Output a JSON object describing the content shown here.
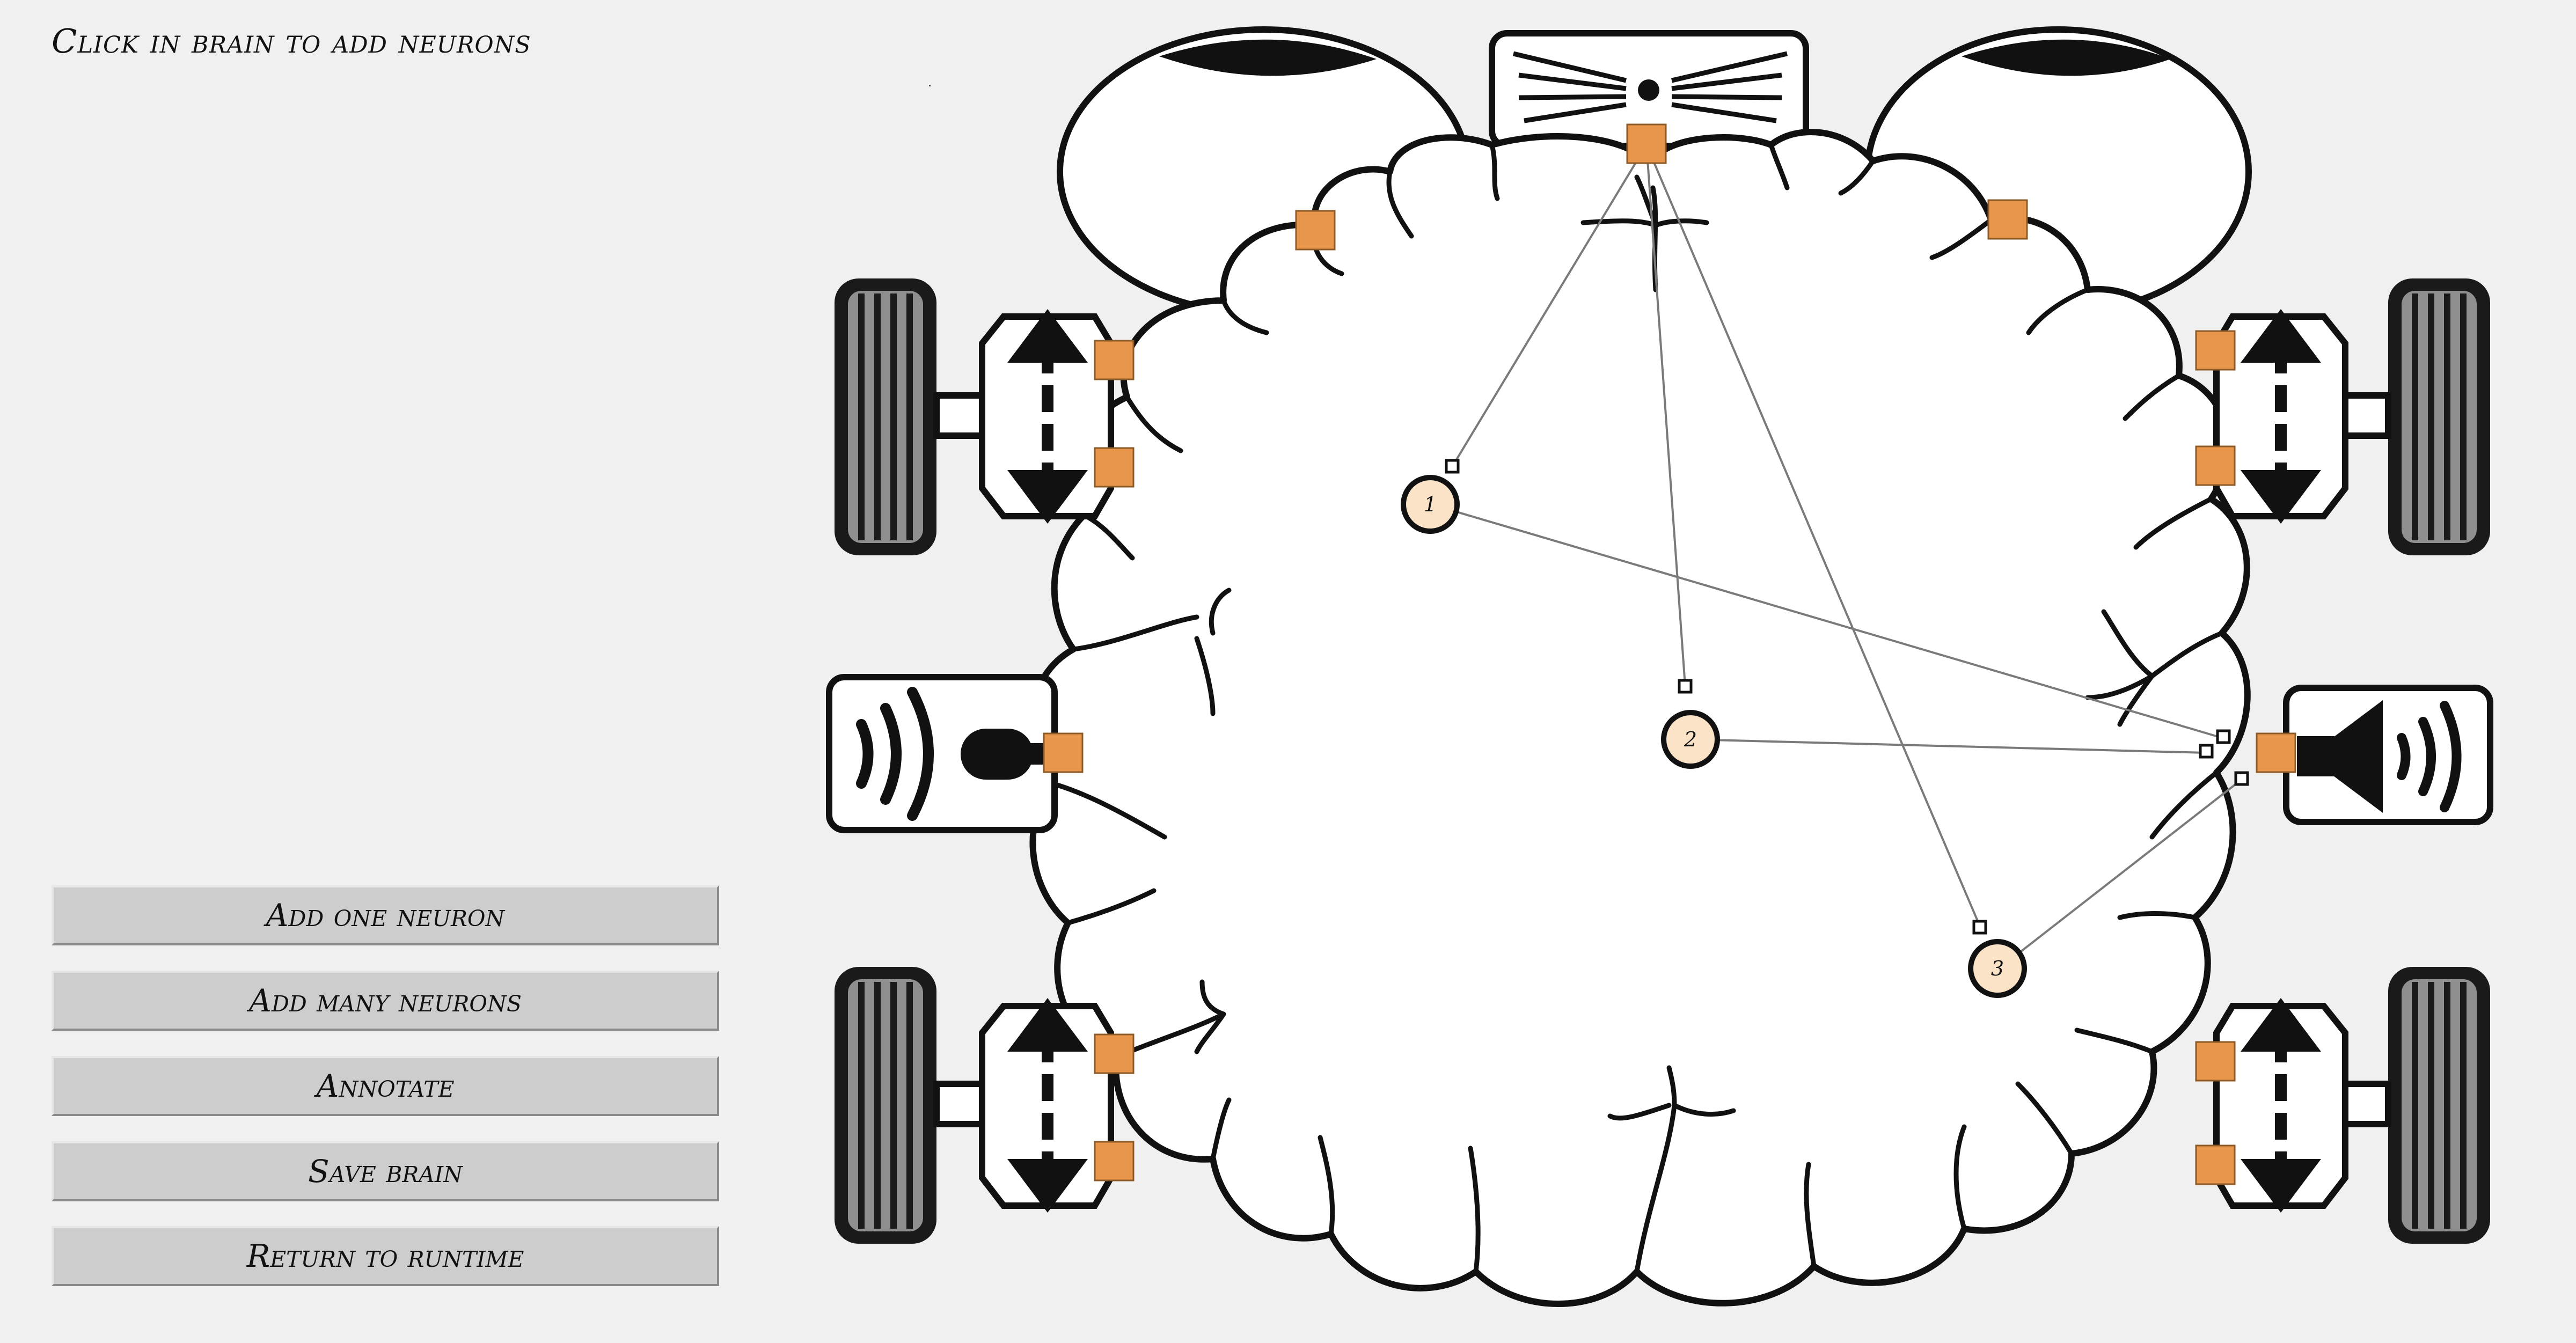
{
  "instruction": "Click in brain to add neurons",
  "buttons": [
    {
      "id": "add-one",
      "label": "Add one neuron"
    },
    {
      "id": "add-many",
      "label": "Add many neurons"
    },
    {
      "id": "annotate",
      "label": "Annotate"
    },
    {
      "id": "save",
      "label": "Save brain"
    },
    {
      "id": "return",
      "label": "Return to runtime"
    }
  ],
  "neurons": [
    {
      "id": "1",
      "label": "1"
    },
    {
      "id": "2",
      "label": "2"
    },
    {
      "id": "3",
      "label": "3"
    }
  ],
  "colors": {
    "background": "#f0f0f0",
    "button": "#cdcdcd",
    "sensor_terminal": "#e8964b",
    "neuron_fill": "#fbe3c8",
    "synapse_line": "#7a7a7a"
  },
  "icons": {
    "camera": "camera-icon",
    "wheel": "wheel-icon",
    "motor": "motor-arrows-icon",
    "microphone": "microphone-icon",
    "speaker": "speaker-icon"
  }
}
